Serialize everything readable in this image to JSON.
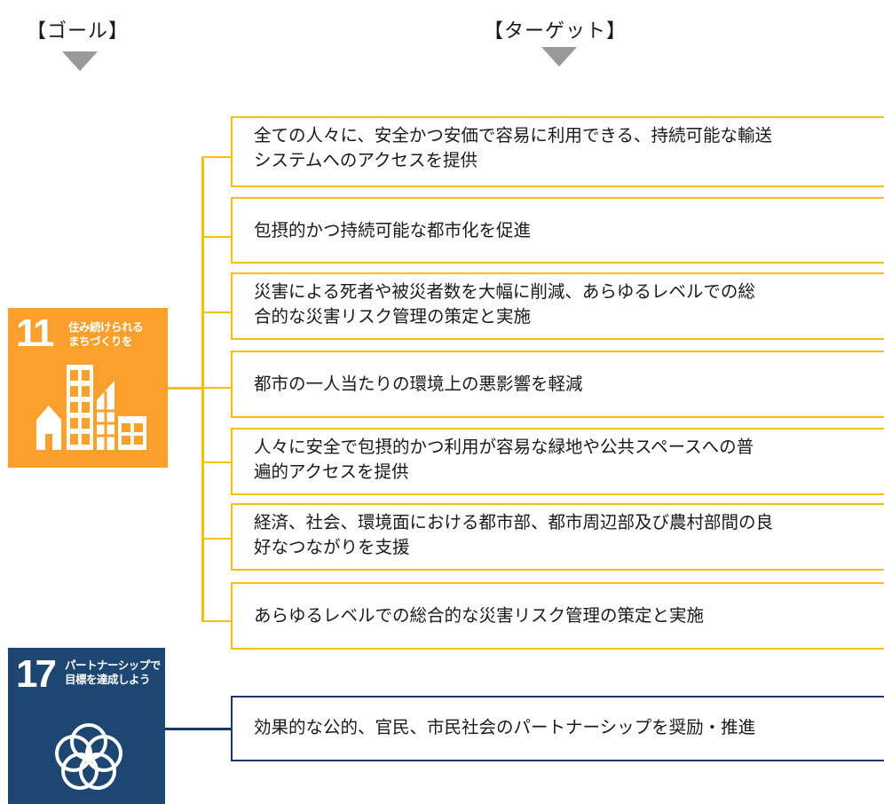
{
  "headers": {
    "goal": "【ゴール】",
    "target": "【ターゲット】"
  },
  "colors": {
    "goal11": "#fca02d",
    "goal17": "#1e4672",
    "connector_yellow": "#f2c200",
    "connector_navy": "#1a3968",
    "arrow_gray": "#999999"
  },
  "goals": [
    {
      "number": "11",
      "title_line1": "住み続けられる",
      "title_line2": "まちづくりを",
      "icon": "city-buildings-icon"
    },
    {
      "number": "17",
      "title_line1": "パートナーシップで",
      "title_line2": "目標を達成しよう",
      "icon": "interlocking-rings-icon"
    }
  ],
  "targets_goal11": [
    {
      "line1": "全ての人々に、安全かつ安価で容易に利用できる、持続可能な輸送",
      "line2": "システムへのアクセスを提供"
    },
    {
      "line1": "包摂的かつ持続可能な都市化を促進",
      "line2": ""
    },
    {
      "line1": "災害による死者や被災者数を大幅に削減、あらゆるレベルでの総",
      "line2": "合的な災害リスク管理の策定と実施"
    },
    {
      "line1": "都市の一人当たりの環境上の悪影響を軽減",
      "line2": ""
    },
    {
      "line1": "人々に安全で包摂的かつ利用が容易な緑地や公共スペースへの普",
      "line2": "遍的アクセスを提供"
    },
    {
      "line1": "経済、社会、環境面における都市部、都市周辺部及び農村部間の良",
      "line2": "好なつながりを支援"
    },
    {
      "line1": "あらゆるレベルでの総合的な災害リスク管理の策定と実施",
      "line2": ""
    }
  ],
  "targets_goal17": [
    {
      "line1": "効果的な公的、官民、市民社会のパートナーシップを奨励・推進",
      "line2": ""
    }
  ]
}
